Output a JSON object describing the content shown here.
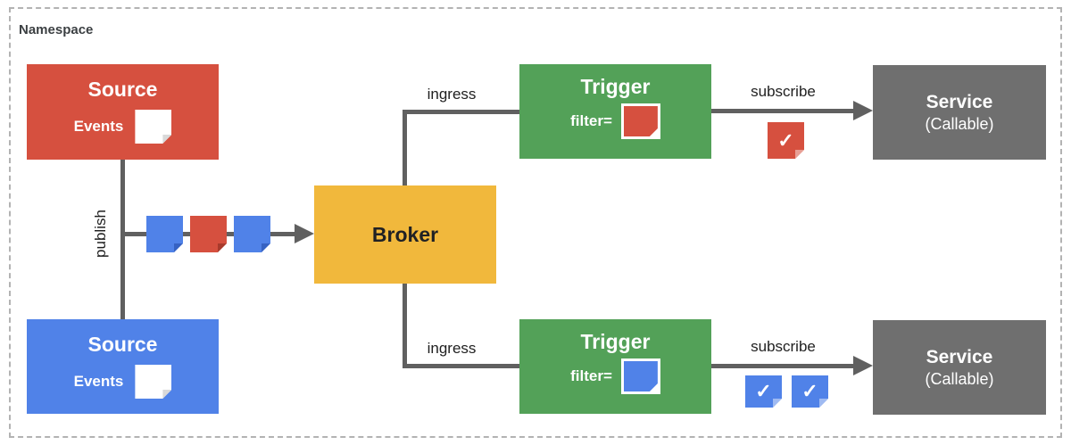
{
  "namespace": {
    "label": "Namespace"
  },
  "nodes": {
    "source_top": {
      "title": "Source",
      "events_label": "Events",
      "color": "#D6503F"
    },
    "source_bottom": {
      "title": "Source",
      "events_label": "Events",
      "color": "#5082E8"
    },
    "broker": {
      "title": "Broker",
      "color": "#F1B83C"
    },
    "trigger_top": {
      "title": "Trigger",
      "filter_label": "filter=",
      "filter_doc_color": "red"
    },
    "trigger_bottom": {
      "title": "Trigger",
      "filter_label": "filter=",
      "filter_doc_color": "blue"
    },
    "service_top": {
      "title": "Service",
      "subtitle": "(Callable)"
    },
    "service_bottom": {
      "title": "Service",
      "subtitle": "(Callable)"
    }
  },
  "edges": {
    "publish": "publish",
    "ingress_top": "ingress",
    "ingress_bottom": "ingress",
    "subscribe_top": "subscribe",
    "subscribe_bottom": "subscribe"
  },
  "icons": {
    "check_glyph": "✓",
    "event_docs_on_publish": [
      "blue",
      "red",
      "blue"
    ],
    "source_event_doc": "white-document-icon",
    "subscribe_top_delivered": [
      "red-check-doc"
    ],
    "subscribe_bottom_delivered": [
      "blue-check-doc",
      "blue-check-doc"
    ]
  },
  "colors": {
    "red": "#D6503F",
    "blue": "#5082E8",
    "green": "#53A158",
    "yellow": "#F1B83C",
    "service_gray": "#6F6F6F",
    "line_gray": "#606060",
    "namespace_border": "#B3B3B3",
    "label_text": "#1F1F1F"
  }
}
